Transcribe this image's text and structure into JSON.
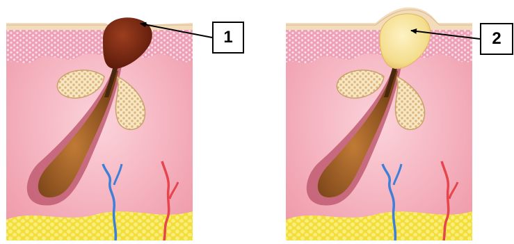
{
  "panels": [
    {
      "label": "1",
      "plug": "dark-brown",
      "colors": {
        "plug_fill": "#6e2410",
        "plug_highlight": "#9c3d1e"
      }
    },
    {
      "label": "2",
      "plug": "pale-yellow",
      "colors": {
        "plug_fill": "#f4dd8c",
        "plug_highlight": "#fdf2c4"
      }
    }
  ],
  "colors": {
    "skin_surface": "#f1d9b8",
    "epidermis": "#eea0b4",
    "epidermis_dots": "#fbe0ea",
    "dermis": "#f2a3b0",
    "follicle_sheath": "#c55f72",
    "hair_shaft": "#6a3a1c",
    "bulb": "#9a5a24",
    "gland": "#f3ddb0",
    "gland_dots": "#d9b27a",
    "fat_layer": "#f5e24a",
    "vein": "#3f7fd6",
    "artery": "#e6454d",
    "arrow": "#000000"
  }
}
